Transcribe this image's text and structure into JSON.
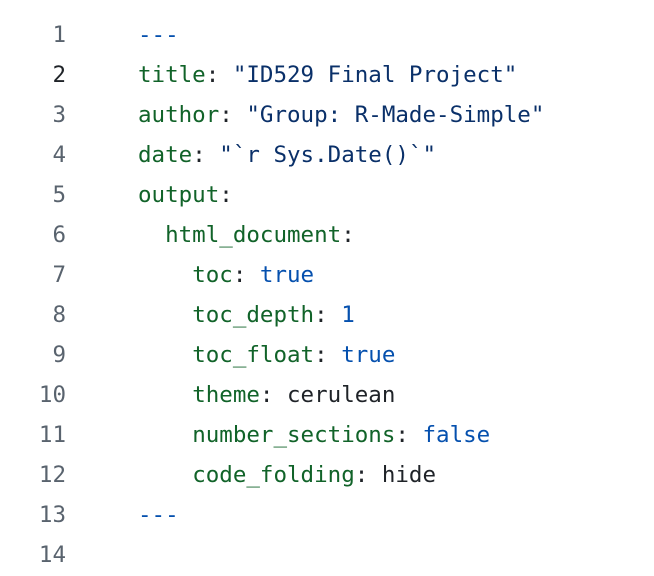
{
  "lines": [
    {
      "n": "1",
      "indent": "",
      "key": "",
      "sep": "",
      "val": "---",
      "vt": "c"
    },
    {
      "n": "2",
      "indent": "",
      "key": "title",
      "sep": ": ",
      "val": "\"ID529 Final Project\"",
      "vt": "s",
      "active": true
    },
    {
      "n": "3",
      "indent": "",
      "key": "author",
      "sep": ": ",
      "val": "\"Group: R-Made-Simple\"",
      "vt": "s"
    },
    {
      "n": "4",
      "indent": "",
      "key": "date",
      "sep": ": ",
      "val": "\"`r Sys.Date()`\"",
      "vt": "s"
    },
    {
      "n": "5",
      "indent": "",
      "key": "output",
      "sep": ":",
      "val": "",
      "vt": "p"
    },
    {
      "n": "6",
      "indent": "  ",
      "key": "html_document",
      "sep": ":",
      "val": "",
      "vt": "p"
    },
    {
      "n": "7",
      "indent": "    ",
      "key": "toc",
      "sep": ": ",
      "val": "true",
      "vt": "c"
    },
    {
      "n": "8",
      "indent": "    ",
      "key": "toc_depth",
      "sep": ": ",
      "val": "1",
      "vt": "c"
    },
    {
      "n": "9",
      "indent": "    ",
      "key": "toc_float",
      "sep": ": ",
      "val": "true",
      "vt": "c"
    },
    {
      "n": "10",
      "indent": "    ",
      "key": "theme",
      "sep": ": ",
      "val": "cerulean",
      "vt": "p"
    },
    {
      "n": "11",
      "indent": "    ",
      "key": "number_sections",
      "sep": ": ",
      "val": "false",
      "vt": "c"
    },
    {
      "n": "12",
      "indent": "    ",
      "key": "code_folding",
      "sep": ": ",
      "val": "hide",
      "vt": "p"
    },
    {
      "n": "13",
      "indent": "",
      "key": "",
      "sep": "",
      "val": "---",
      "vt": "c"
    },
    {
      "n": "14",
      "indent": "",
      "key": "",
      "sep": "",
      "val": "",
      "vt": "p"
    }
  ]
}
